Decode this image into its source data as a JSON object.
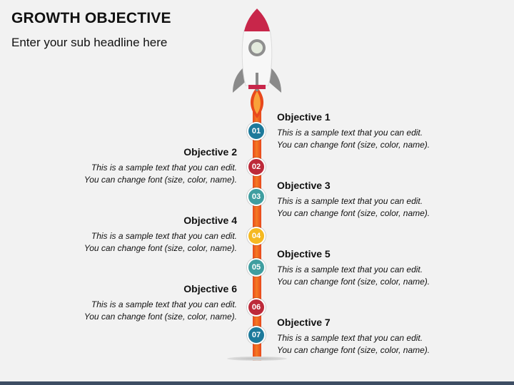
{
  "header": {
    "title": "GROWTH OBJECTIVE",
    "subtitle": "Enter your sub headline here"
  },
  "objectives": [
    {
      "number": "01",
      "title": "Objective 1",
      "line1": "This is a sample text that you can edit.",
      "line2": "You can change font (size, color, name).",
      "color": "#1d7a9b"
    },
    {
      "number": "02",
      "title": "Objective 2",
      "line1": "This is a sample text that you can edit.",
      "line2": "You can change font (size, color, name).",
      "color": "#bd2a3a"
    },
    {
      "number": "03",
      "title": "Objective 3",
      "line1": "This is a sample text that you can edit.",
      "line2": "You can change font (size, color, name).",
      "color": "#3f9ea0"
    },
    {
      "number": "04",
      "title": "Objective 4",
      "line1": "This is a sample text that you can edit.",
      "line2": "You can change font (size, color, name).",
      "color": "#f5b921"
    },
    {
      "number": "05",
      "title": "Objective 5",
      "line1": "This is a sample text that you can edit.",
      "line2": "You can change font (size, color, name).",
      "color": "#3f9ea0"
    },
    {
      "number": "06",
      "title": "Objective 6",
      "line1": "This is a sample text that you can edit.",
      "line2": "You can change font (size, color, name).",
      "color": "#bd2a3a"
    },
    {
      "number": "07",
      "title": "Objective 7",
      "line1": "This is a sample text that you can edit.",
      "line2": "You can change font (size, color, name).",
      "color": "#1d7a9b"
    }
  ],
  "icons": {
    "rocket": "rocket-icon"
  }
}
